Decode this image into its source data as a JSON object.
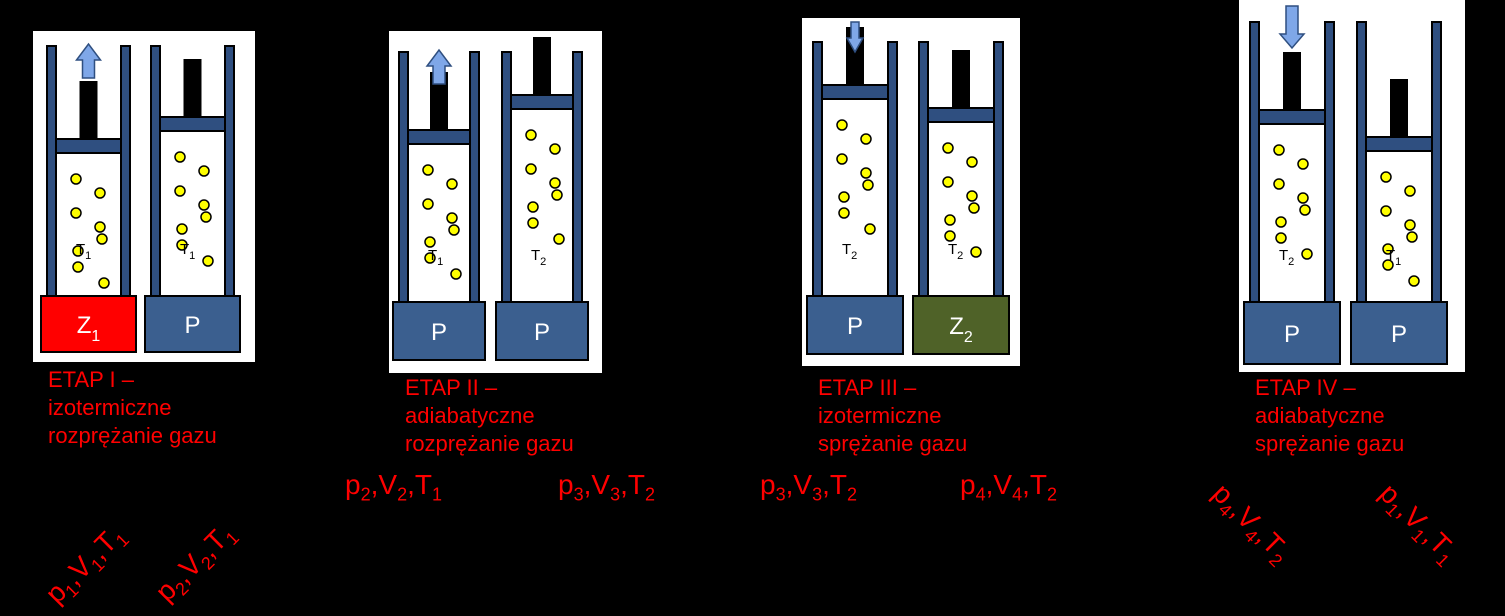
{
  "colors": {
    "background": "#000000",
    "panel": "#ffffff",
    "wall": "#2f4f80",
    "reservoir_p": "#3b5f8f",
    "heater_z1": "#ff0000",
    "cooler_z2": "#4f6228",
    "molecule": "#ffff00",
    "arrow": "#7fa7e8",
    "label": "#ff0000"
  },
  "stages": [
    {
      "label": "ETAP I –\nizotermiczne\nrozprężanie gazu",
      "piston_arrow": "up-arrow-icon",
      "cylinders": [
        {
          "temp_label": "T",
          "temp_sub": "1",
          "reservoir": "Z",
          "reservoir_sub": "1",
          "reservoir_color": "#ff0000"
        },
        {
          "temp_label": "T",
          "temp_sub": "1",
          "reservoir": "P",
          "reservoir_sub": "",
          "reservoir_color": "#3b5f8f"
        }
      ]
    },
    {
      "label": "ETAP II –\nadiabatyczne\nrozprężanie gazu",
      "piston_arrow": "up-arrow-icon",
      "cylinders": [
        {
          "temp_label": "T",
          "temp_sub": "1",
          "reservoir": "P",
          "reservoir_sub": "",
          "reservoir_color": "#3b5f8f"
        },
        {
          "temp_label": "T",
          "temp_sub": "2",
          "reservoir": "P",
          "reservoir_sub": "",
          "reservoir_color": "#3b5f8f"
        }
      ]
    },
    {
      "label": "ETAP III –\nizotermiczne\nsprężanie gazu",
      "piston_arrow": "down-arrow-icon",
      "cylinders": [
        {
          "temp_label": "T",
          "temp_sub": "2",
          "reservoir": "P",
          "reservoir_sub": "",
          "reservoir_color": "#3b5f8f"
        },
        {
          "temp_label": "T",
          "temp_sub": "2",
          "reservoir": "Z",
          "reservoir_sub": "2",
          "reservoir_color": "#4f6228"
        }
      ]
    },
    {
      "label": "ETAP IV –\nadiabatyczne\nsprężanie gazu",
      "piston_arrow": "down-arrow-icon",
      "cylinders": [
        {
          "temp_label": "T",
          "temp_sub": "2",
          "reservoir": "P",
          "reservoir_sub": "",
          "reservoir_color": "#3b5f8f"
        },
        {
          "temp_label": "T",
          "temp_sub": "1",
          "reservoir": "P",
          "reservoir_sub": "",
          "reservoir_color": "#3b5f8f"
        }
      ]
    }
  ],
  "states": [
    {
      "p": "1",
      "v": "1",
      "t": "1"
    },
    {
      "p": "2",
      "v": "2",
      "t": "1"
    },
    {
      "p": "2",
      "v": "2",
      "t": "1"
    },
    {
      "p": "3",
      "v": "3",
      "t": "2"
    },
    {
      "p": "3",
      "v": "3",
      "t": "2"
    },
    {
      "p": "4",
      "v": "4",
      "t": "2"
    },
    {
      "p": "4",
      "v": "4",
      "t": "2"
    },
    {
      "p": "1",
      "v": "1",
      "t": "1"
    }
  ]
}
